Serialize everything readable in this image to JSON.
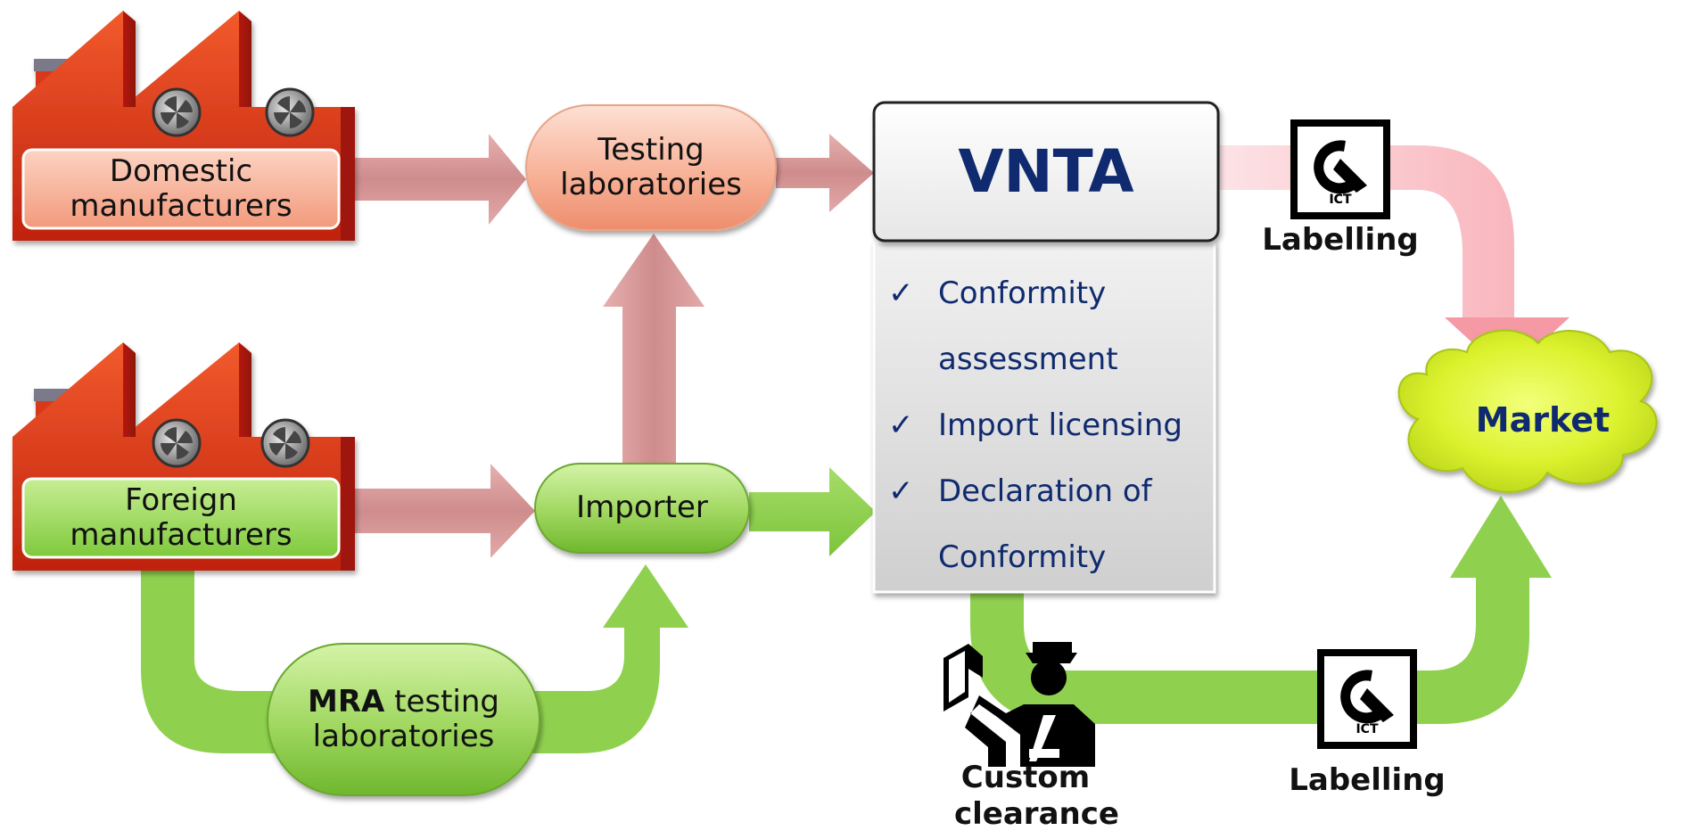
{
  "nodes": {
    "domestic_manufacturers": "Domestic manufacturers",
    "foreign_manufacturers": "Foreign manufacturers",
    "testing_laboratories": "Testing laboratories",
    "importer": "Importer",
    "mra_testing_bold": "MRA",
    "mra_testing_rest": " testing laboratories",
    "vnta": "VNTA",
    "market": "Market"
  },
  "vnta_functions": [
    {
      "check": "✓",
      "line1": "Conformity",
      "line2": "assessment"
    },
    {
      "check": "✓",
      "line1": "Import licensing",
      "line2": ""
    },
    {
      "check": "✓",
      "line1": "Declaration of",
      "line2": "Conformity"
    }
  ],
  "labels": {
    "labelling_top": "Labelling",
    "labelling_bottom": "Labelling",
    "custom_clearance": "Custom clearance",
    "ict_mark_text": "ICT"
  },
  "colors": {
    "red_path": "#d99a9a",
    "green_path": "#8fd14f",
    "pink_path": "#f7b7bd",
    "factory_red": "#e0401f",
    "pill_salmon": "#f7b39a",
    "pill_green": "#98d55a",
    "cloud_yellow": "#d8ef2a",
    "vnta_text": "#0f2a6e"
  }
}
